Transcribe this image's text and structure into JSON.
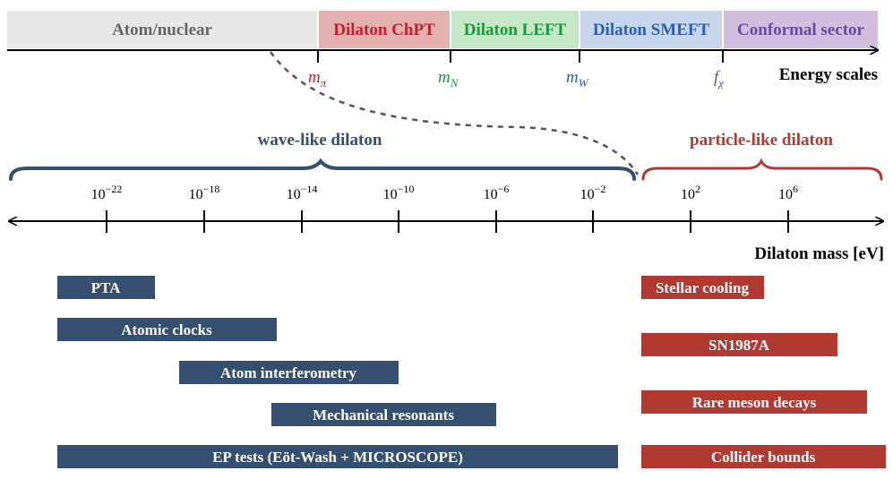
{
  "colors": {
    "blue": "#34506e",
    "red": "#b03a32",
    "gray": "#e8e8e8",
    "chpt_bg": "#e4b1b1",
    "left_bg": "#c6e8c8",
    "smeft_bg": "#c8d7ec",
    "conf_bg": "#d2bfdf",
    "chpt_text": "#c3202f",
    "left_text": "#1a9a3a",
    "smeft_text": "#2f5fb0",
    "conf_text": "#6a4a9c",
    "atom_text": "#666666"
  },
  "energy": {
    "title": "Energy scales",
    "regions": [
      {
        "label": "Atom/nuclear"
      },
      {
        "label": "Dilaton ChPT"
      },
      {
        "label": "Dilaton LEFT"
      },
      {
        "label": "Dilaton SMEFT"
      },
      {
        "label": "Conformal sector"
      }
    ],
    "scales": [
      {
        "main": "m",
        "sub": "π"
      },
      {
        "main": "m",
        "sub": "N"
      },
      {
        "main": "m",
        "sub": "W"
      },
      {
        "main": "f",
        "sub": "χ"
      }
    ]
  },
  "braces": {
    "wave_label": "wave-like dilaton",
    "particle_label": "particle-like dilaton"
  },
  "mass_axis": {
    "title": "Dilaton mass [eV]",
    "base": "10",
    "ticks": [
      {
        "exp": "−22"
      },
      {
        "exp": "−18"
      },
      {
        "exp": "−14"
      },
      {
        "exp": "−10"
      },
      {
        "exp": "−6"
      },
      {
        "exp": "−2"
      },
      {
        "exp": "2"
      },
      {
        "exp": "6"
      }
    ]
  },
  "wave_bounds": [
    {
      "label": "PTA"
    },
    {
      "label": "Atomic clocks"
    },
    {
      "label": "Atom interferometry"
    },
    {
      "label": "Mechanical resonants"
    },
    {
      "label": "EP tests (Eöt-Wash + MICROSCOPE)"
    }
  ],
  "particle_bounds": [
    {
      "label": "Stellar cooling"
    },
    {
      "label": "SN1987A"
    },
    {
      "label": "Rare meson decays"
    },
    {
      "label": "Collider bounds"
    }
  ]
}
